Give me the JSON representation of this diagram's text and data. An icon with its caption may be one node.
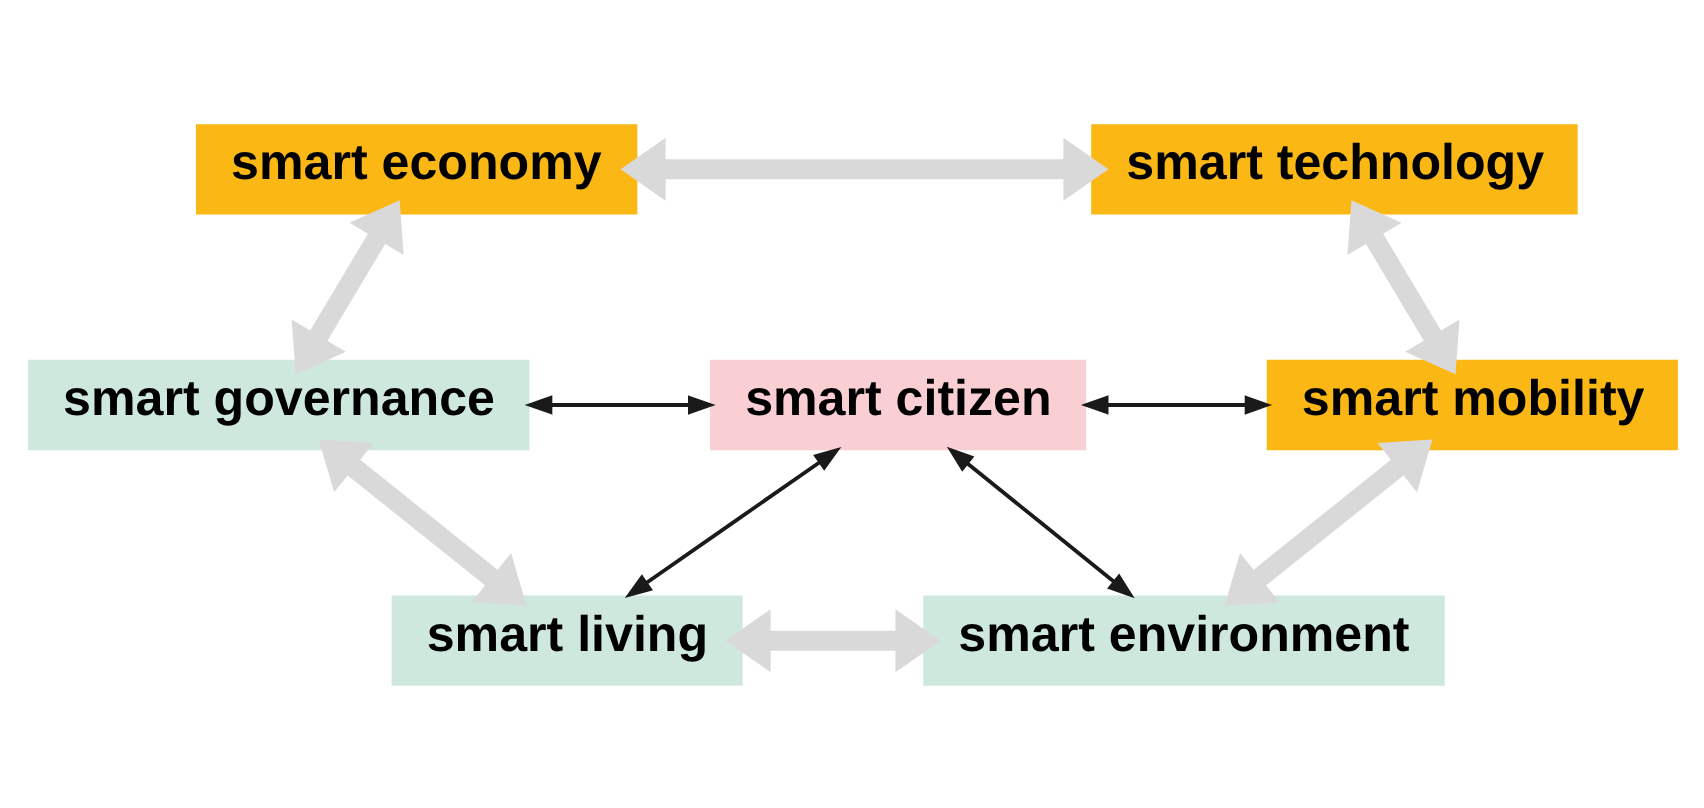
{
  "diagram": {
    "nodes": [
      {
        "text": [
          "smart economy"
        ]
      },
      {
        "text": [
          "smart technology"
        ]
      },
      {
        "text": [
          "smart governance"
        ]
      },
      {
        "text": [
          "smart citizen"
        ]
      },
      {
        "text": [
          "smart mobility"
        ]
      },
      {
        "text": [
          "smart living"
        ]
      },
      {
        "text": [
          "smart environment"
        ]
      }
    ],
    "edges": [
      {
        "from": 0,
        "to": 1,
        "arrow": "both"
      },
      {
        "from": 0,
        "to": 2,
        "arrow": "both"
      },
      {
        "from": 1,
        "to": 4,
        "arrow": "both"
      },
      {
        "from": 2,
        "to": 3,
        "arrow": "both",
        "color": "#1a1a1a"
      },
      {
        "from": 3,
        "to": 4,
        "arrow": "both",
        "color": "#1a1a1a"
      },
      {
        "from": 3,
        "to": 5,
        "arrow": "both",
        "color": "#1a1a1a"
      },
      {
        "from": 3,
        "to": 6,
        "arrow": "both",
        "color": "#1a1a1a"
      },
      {
        "from": 2,
        "to": 5,
        "arrow": "both"
      },
      {
        "from": 5,
        "to": 6,
        "arrow": "both"
      },
      {
        "from": 6,
        "to": 4,
        "arrow": "both"
      }
    ]
  }
}
